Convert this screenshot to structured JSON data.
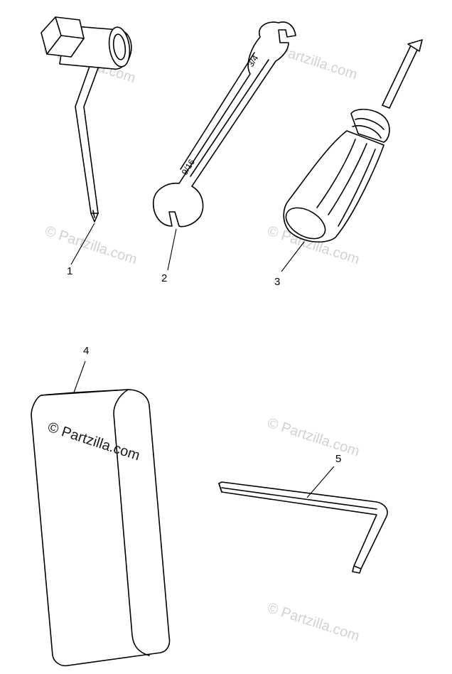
{
  "parts": [
    {
      "id": "1",
      "label": "1",
      "icon": "socket-wrench-icon"
    },
    {
      "id": "2",
      "label": "2",
      "icon": "open-end-wrench-icon"
    },
    {
      "id": "3",
      "label": "3",
      "icon": "screwdriver-icon"
    },
    {
      "id": "4",
      "label": "4",
      "icon": "tool-pouch-icon"
    },
    {
      "id": "5",
      "label": "5",
      "icon": "hex-key-icon"
    }
  ],
  "watermark": "© Partzilla.com",
  "colors": {
    "ink": "#000000",
    "watermark": "#d2d2d2",
    "background": "#ffffff"
  }
}
